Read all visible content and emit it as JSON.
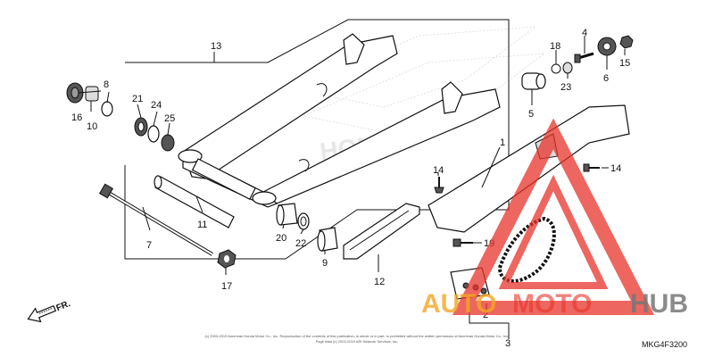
{
  "callouts": {
    "n1": "1",
    "n2": "2",
    "n3": "3",
    "n4": "4",
    "n5": "5",
    "n6": "6",
    "n7": "7",
    "n8": "8",
    "n9": "9",
    "n10": "10",
    "n11": "11",
    "n12": "12",
    "n13": "13",
    "n14a": "14",
    "n14b": "14",
    "n15": "15",
    "n16": "16",
    "n17": "17",
    "n18": "18",
    "n19": "19",
    "n20": "20",
    "n21": "21",
    "n22": "22",
    "n23": "23",
    "n24": "24",
    "n25": "25"
  },
  "direction_label": "FR.",
  "watermark": {
    "auto": "AUTO",
    "moto": "MOTO",
    "hub": "HUB",
    "brand": "HONDA"
  },
  "copyright_line1": "(c) 2003-2019 American Honda Motor Co., Inc. Reproduction of the contents of this publication, in whole or in part, is prohibited without the written permission of American Honda Motor Co., Inc.",
  "copyright_line2": "Page data (c) 2003-2019 ARI Network Services, Inc.",
  "diagram_code": "MKG4F3200",
  "colors": {
    "watermark_red": "#e8332a",
    "watermark_orange": "#f5a623",
    "watermark_gray": "#777777"
  }
}
